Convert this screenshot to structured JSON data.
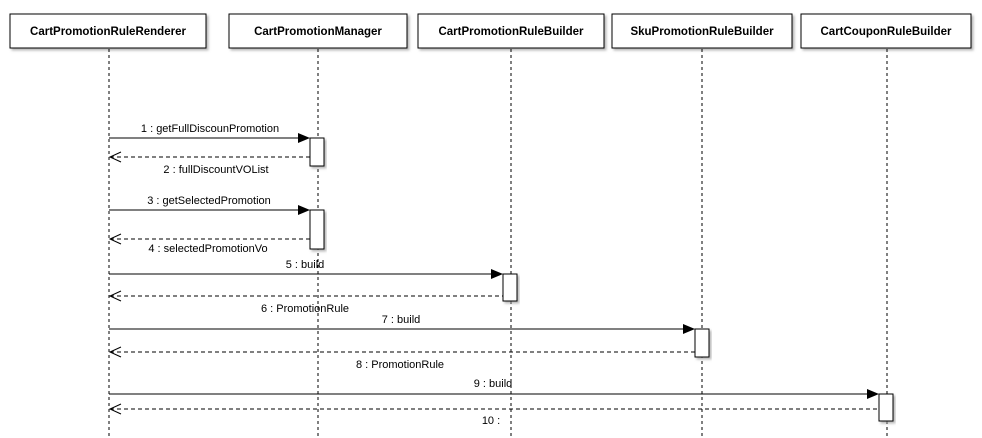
{
  "participants": [
    {
      "id": "renderer",
      "name": "CartPromotionRuleRenderer"
    },
    {
      "id": "manager",
      "name": "CartPromotionManager"
    },
    {
      "id": "cart_builder",
      "name": "CartPromotionRuleBuilder"
    },
    {
      "id": "sku_builder",
      "name": "SkuPromotionRuleBuilder"
    },
    {
      "id": "coupon_builder",
      "name": "CartCouponRuleBuilder"
    }
  ],
  "messages": [
    {
      "from": "renderer",
      "to": "manager",
      "kind": "call",
      "label": "1 : getFullDiscounPromotion"
    },
    {
      "from": "manager",
      "to": "renderer",
      "kind": "return",
      "label": "2 : fullDiscountVOList"
    },
    {
      "from": "renderer",
      "to": "manager",
      "kind": "call",
      "label": "3 : getSelectedPromotion"
    },
    {
      "from": "manager",
      "to": "renderer",
      "kind": "return",
      "label": "4 : selectedPromotionVo"
    },
    {
      "from": "renderer",
      "to": "cart_builder",
      "kind": "call",
      "label": "5 : build"
    },
    {
      "from": "cart_builder",
      "to": "renderer",
      "kind": "return",
      "label": "6 : PromotionRule"
    },
    {
      "from": "renderer",
      "to": "sku_builder",
      "kind": "call",
      "label": "7 : build"
    },
    {
      "from": "sku_builder",
      "to": "renderer",
      "kind": "return",
      "label": "8 : PromotionRule"
    },
    {
      "from": "renderer",
      "to": "coupon_builder",
      "kind": "call",
      "label": "9 : build"
    },
    {
      "from": "coupon_builder",
      "to": "renderer",
      "kind": "return",
      "label": "10 :"
    }
  ]
}
